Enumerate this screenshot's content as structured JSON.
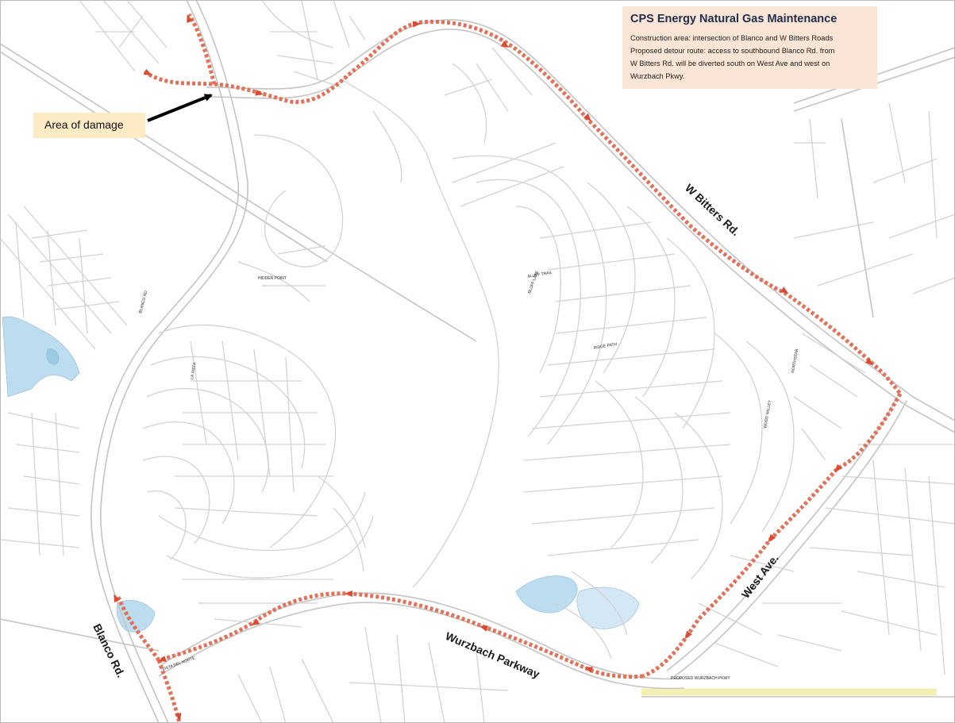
{
  "info": {
    "title": "CPS Energy Natural Gas Maintenance",
    "line1": "Construction area: intersection of Blanco and W Bitters Roads",
    "line2": "Proposed detour route: access to southbound Blanco Rd. from",
    "line3": "W Bitters Rd. will be diverted south on West Ave and west on",
    "line4": "Wurzbach Pkwy."
  },
  "callout": {
    "label": "Area of damage"
  },
  "road_labels": {
    "w_bitters": "W Bitters Rd.",
    "west_ave": "West Ave.",
    "wurzbach": "Wurzbach Parkway",
    "blanco": "Blanco Rd."
  },
  "small_labels": {
    "proposed_wurzbach": "PROPOSED WURZBACH PKWY",
    "bluff_trail": "BLUFF TRAIL",
    "wood_valley": "WOOD VALLEY",
    "ridge_path": "RIDGE PATH",
    "vista_del_norte": "VISTA DEL NORTE",
    "hidden_point": "HIDDEN POINT",
    "la_vista": "LA VISTA",
    "bluff_lake": "BLUFF LAKE",
    "north_star": "NORTHSTAR",
    "blanco_rd_small": "BLANCO RD"
  },
  "colors": {
    "detour_route": "#e2715a",
    "info_box_bg": "#fbe5d6",
    "callout_bg": "#fdebc5",
    "title_color": "#1f2d4a",
    "water": "#bcdcef",
    "proposed_road": "#f3f0b4"
  },
  "icons": {
    "route_arrow": "arrowhead-icon",
    "damage_pointer": "pointer-arrow-icon"
  }
}
